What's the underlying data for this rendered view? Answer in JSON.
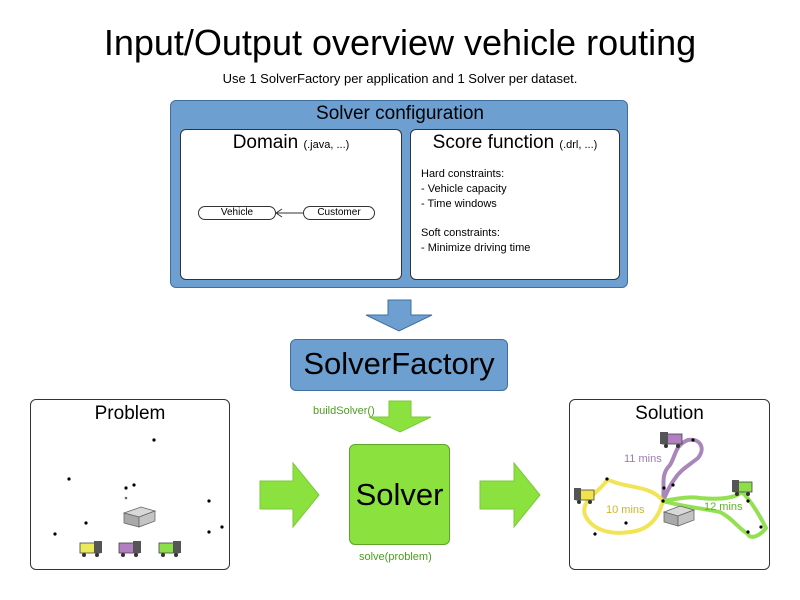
{
  "title": "Input/Output overview vehicle routing",
  "subtitle": "Use 1 SolverFactory per application and 1 Solver per dataset.",
  "config": {
    "title": "Solver configuration",
    "domain": {
      "title": "Domain",
      "ext": "(.java, ...)",
      "nodes": [
        "Vehicle",
        "Customer"
      ]
    },
    "score": {
      "title": "Score function",
      "ext": "(.drl, ...)",
      "hard_heading": "Hard constraints:",
      "hard_items": [
        "- Vehicle capacity",
        "- Time windows"
      ],
      "soft_heading": "Soft constraints:",
      "soft_items": [
        "- Minimize driving time"
      ]
    }
  },
  "factory_label": "SolverFactory",
  "build_label": "buildSolver()",
  "solver_label": "Solver",
  "solve_label": "solve(problem)",
  "problem_title": "Problem",
  "solution_title": "Solution",
  "routes": [
    {
      "label": "11 mins",
      "color": "#a07ab3"
    },
    {
      "label": "10 mins",
      "color": "#f1e34d"
    },
    {
      "label": "12 mins",
      "color": "#8ddf4a"
    }
  ],
  "colors": {
    "blue": "#6d9fd1",
    "green": "#8be23f",
    "arrow_green": "#8be23f"
  }
}
